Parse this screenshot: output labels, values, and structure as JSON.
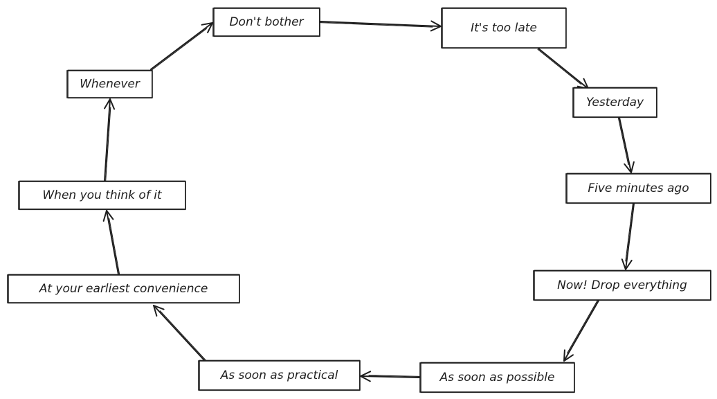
{
  "diagram": {
    "nodes": [
      {
        "id": "dont-bother",
        "label": "Don't bother"
      },
      {
        "id": "too-late",
        "label": "It's too late"
      },
      {
        "id": "yesterday",
        "label": "Yesterday"
      },
      {
        "id": "five-minutes-ago",
        "label": "Five minutes ago"
      },
      {
        "id": "now-drop-everything",
        "label": "Now! Drop everything"
      },
      {
        "id": "as-soon-as-possible",
        "label": "As soon as possible"
      },
      {
        "id": "as-soon-as-practical",
        "label": "As soon as practical"
      },
      {
        "id": "earliest-convenience",
        "label": "At your earliest convenience"
      },
      {
        "id": "when-you-think-of-it",
        "label": "When you think of it"
      },
      {
        "id": "whenever",
        "label": "Whenever"
      }
    ],
    "edges": [
      {
        "from": "dont-bother",
        "to": "too-late"
      },
      {
        "from": "too-late",
        "to": "yesterday"
      },
      {
        "from": "yesterday",
        "to": "five-minutes-ago"
      },
      {
        "from": "five-minutes-ago",
        "to": "now-drop-everything"
      },
      {
        "from": "now-drop-everything",
        "to": "as-soon-as-possible"
      },
      {
        "from": "as-soon-as-possible",
        "to": "as-soon-as-practical"
      },
      {
        "from": "as-soon-as-practical",
        "to": "earliest-convenience"
      },
      {
        "from": "earliest-convenience",
        "to": "when-you-think-of-it"
      },
      {
        "from": "when-you-think-of-it",
        "to": "whenever"
      },
      {
        "from": "whenever",
        "to": "dont-bother"
      }
    ]
  }
}
